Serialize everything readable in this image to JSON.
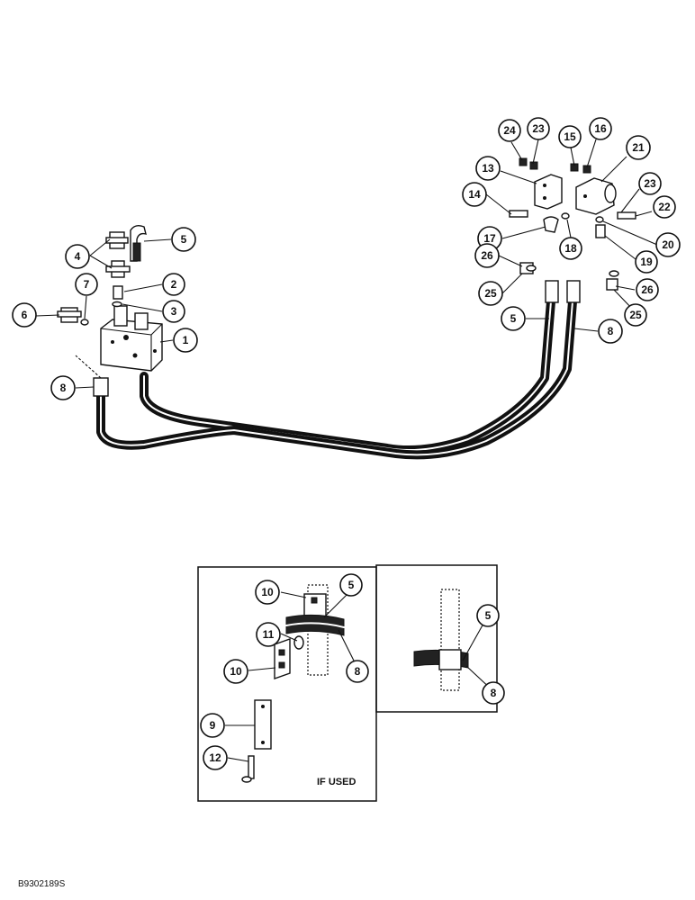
{
  "diagram": {
    "callouts": {
      "c1": "1",
      "c2": "2",
      "c3": "3",
      "c4": "4",
      "c5a": "5",
      "c6": "6",
      "c7": "7",
      "c8a": "8",
      "c24": "24",
      "c23a": "23",
      "c15": "15",
      "c16": "16",
      "c21": "21",
      "c13": "13",
      "c14": "14",
      "c23b": "23",
      "c22": "22",
      "c17": "17",
      "c18": "18",
      "c20": "20",
      "c26a": "26",
      "c19": "19",
      "c25a": "25",
      "c26b": "26",
      "c25b": "25",
      "c5b": "5",
      "c8b": "8",
      "i10a": "10",
      "i5a": "5",
      "i11": "11",
      "i8a": "8",
      "i10b": "10",
      "i9": "9",
      "i12": "12",
      "i5b": "5",
      "i8b": "8"
    },
    "inset_note": "IF USED",
    "document_code": "B9302189S"
  }
}
